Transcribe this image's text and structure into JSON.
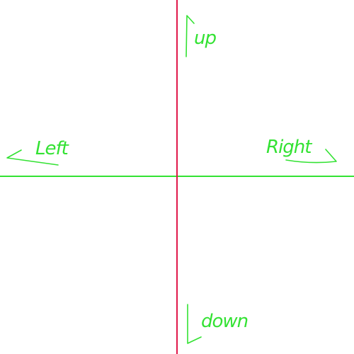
{
  "labels": {
    "up": "up",
    "left": "Left",
    "right": "Right",
    "down": "down"
  },
  "colors": {
    "background": "#ffffff",
    "horizontal_axis": "#33e233",
    "vertical_axis": "#e0174a",
    "ink": "#33e233"
  },
  "icons": {
    "up": "arrow-up-icon",
    "left": "arrow-left-icon",
    "right": "arrow-right-icon",
    "down": "arrow-down-icon"
  }
}
